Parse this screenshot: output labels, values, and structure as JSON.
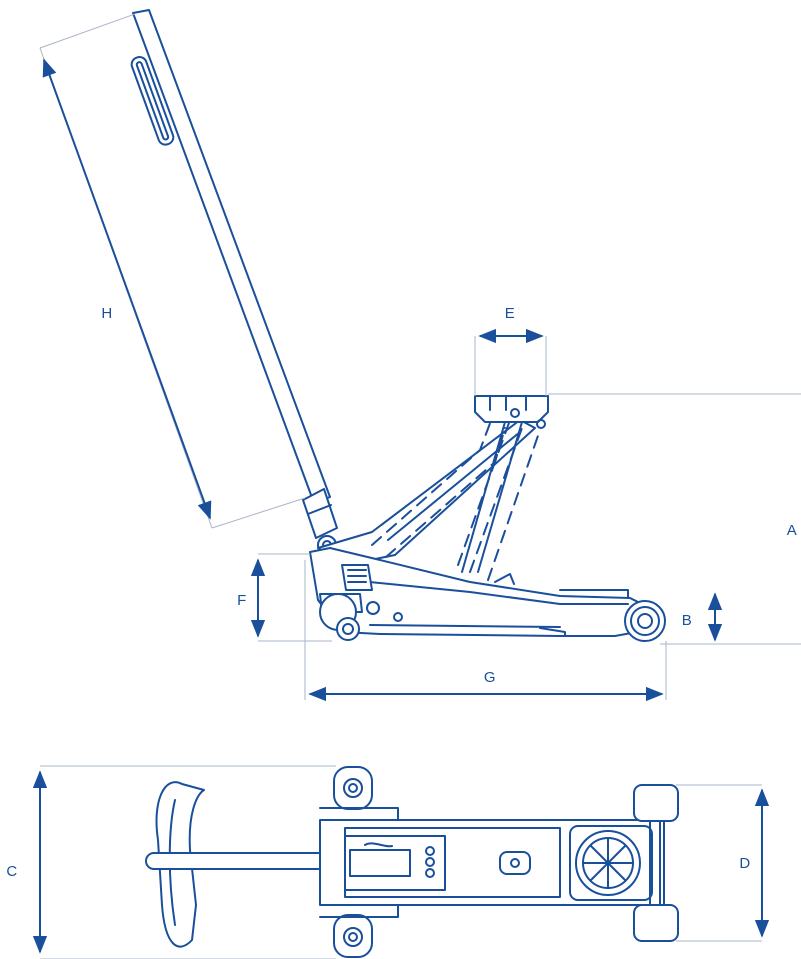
{
  "colors": {
    "line": "#1a4f9c",
    "dim_line": "#a9b4c9",
    "arrow": "#1a4f9c",
    "label": "#1a4f9c"
  },
  "labels": {
    "A": "A",
    "B": "B",
    "C": "C",
    "D": "D",
    "E": "E",
    "F": "F",
    "G": "G",
    "H": "H"
  }
}
